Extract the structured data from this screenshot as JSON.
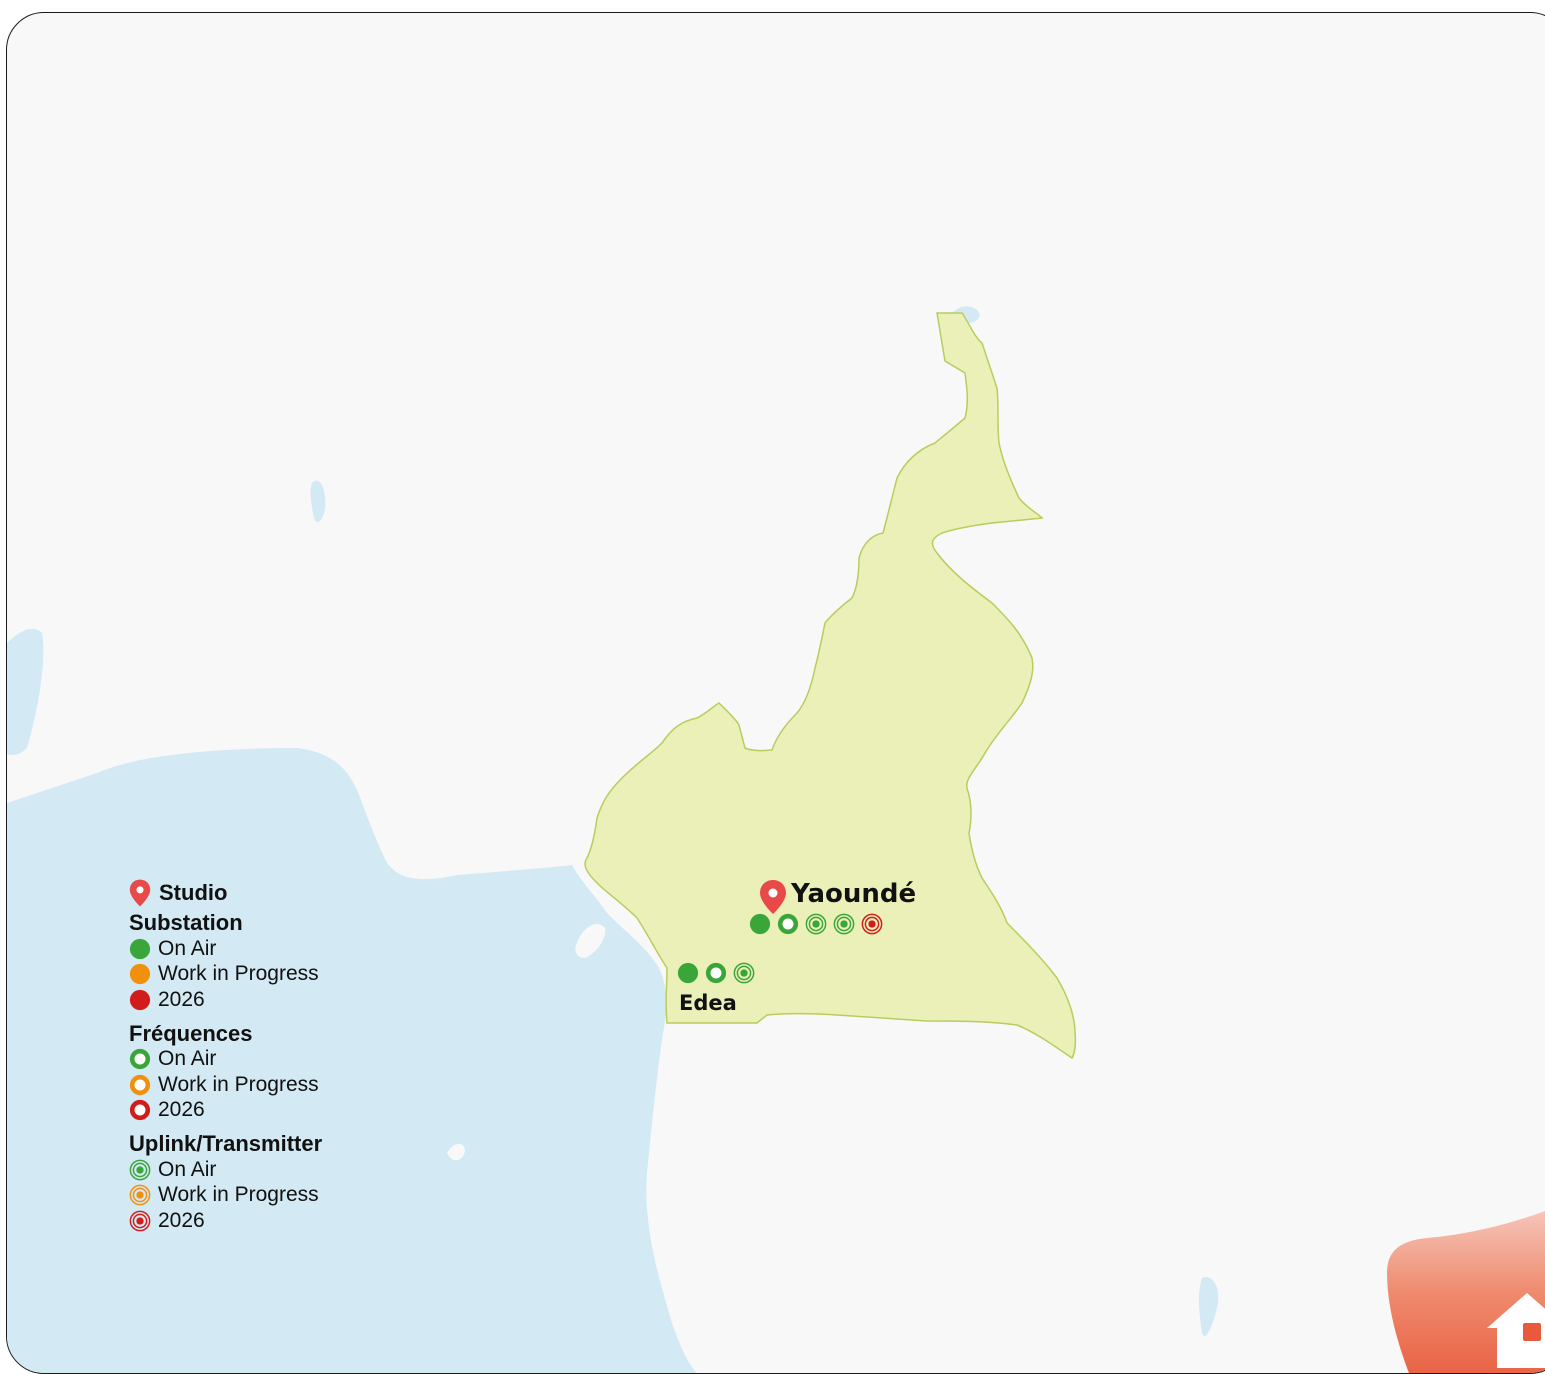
{
  "cities": [
    {
      "name": "Yaoundé",
      "has_studio": true,
      "markers": [
        "substation-on-air",
        "frequency-on-air",
        "uplink-on-air",
        "uplink-on-air",
        "uplink-2026"
      ]
    },
    {
      "name": "Edea",
      "has_studio": false,
      "markers": [
        "substation-on-air",
        "frequency-on-air",
        "uplink-on-air"
      ]
    }
  ],
  "legend": {
    "studio_label": "Studio",
    "groups": [
      {
        "title": "Substation",
        "kind": "substation",
        "items": [
          {
            "label": "On Air",
            "color": "#3aa63a"
          },
          {
            "label": "Work in Progress",
            "color": "#f0900c"
          },
          {
            "label": "2026",
            "color": "#d11c1c"
          }
        ]
      },
      {
        "title": "Fréquences",
        "kind": "frequency",
        "items": [
          {
            "label": "On Air",
            "color": "#3aa63a"
          },
          {
            "label": "Work in Progress",
            "color": "#f0900c"
          },
          {
            "label": "2026",
            "color": "#d11c1c"
          }
        ]
      },
      {
        "title": "Uplink/Transmitter",
        "kind": "uplink",
        "items": [
          {
            "label": "On Air",
            "color": "#3aa63a"
          },
          {
            "label": "Work in Progress",
            "color": "#f0900c"
          },
          {
            "label": "2026",
            "color": "#d11c1c"
          }
        ]
      }
    ]
  },
  "colors": {
    "land": "#f8f8f8",
    "water": "#d3e9f3",
    "country_fill": "#eaf0b8",
    "country_border": "#b9cc5e",
    "studio_pin": "#e84a4a",
    "home_button": "#e85a3c"
  },
  "icons": {
    "studio": "location-pin-icon",
    "home": "home-icon"
  }
}
